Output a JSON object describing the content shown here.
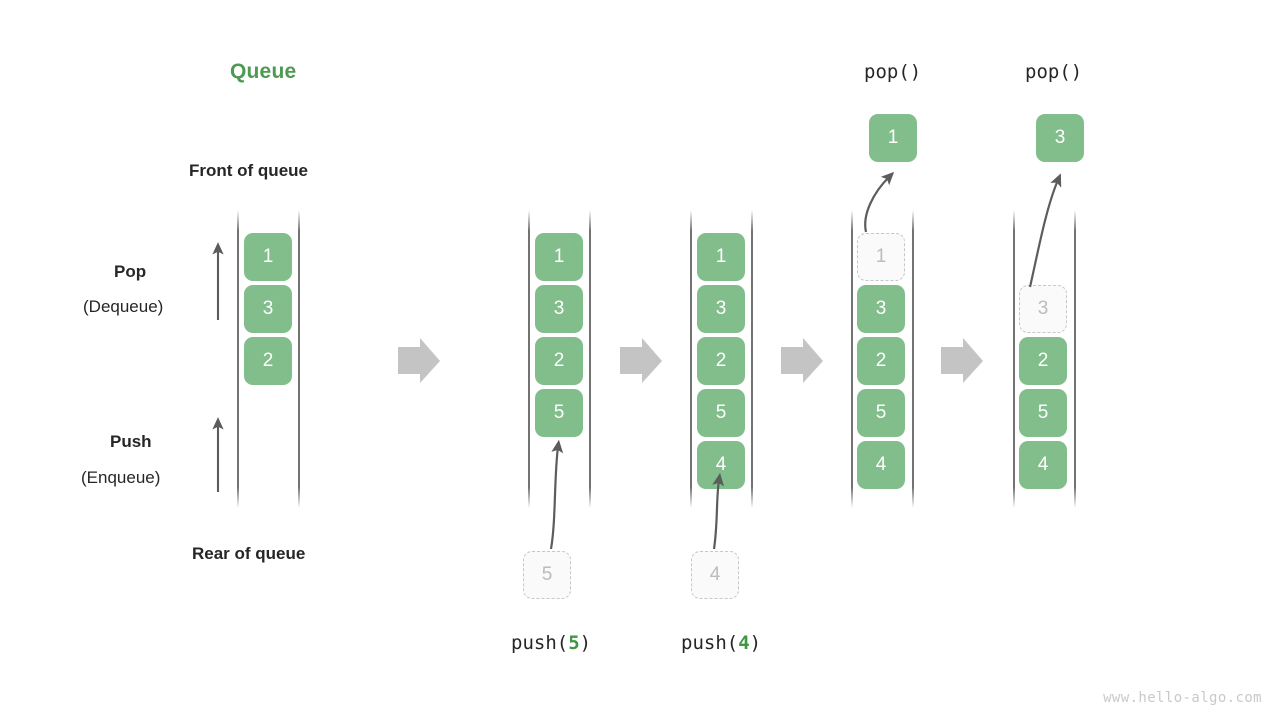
{
  "diagram": {
    "title": "Queue",
    "front_label": "Front of queue",
    "rear_label": "Rear of queue",
    "pop_label": "Pop",
    "pop_sub_label": "(Dequeue)",
    "push_label": "Push",
    "push_sub_label": "(Enqueue)",
    "watermark": "www.hello-algo.com",
    "colors": {
      "element": "#82bd8c",
      "accent_green": "#4e9a51",
      "number_green": "#419644",
      "ghost_border": "#c6c6c6",
      "ghost_fill": "#fafafa",
      "ghost_text": "#bcbcbc",
      "rail": "#5a5a5a",
      "block_arrow": "#c4c4c4",
      "thin_arrow": "#5c5c5c",
      "text": "#262626",
      "watermark": "#c9c9c9"
    }
  },
  "columns": [
    {
      "id": "initial",
      "caption": "",
      "header": "",
      "items": [
        "1",
        "3",
        "2"
      ],
      "ghost_index": -1
    },
    {
      "id": "after-push-5",
      "caption": "push(5)",
      "caption_fn": "push",
      "caption_arg": "5",
      "header": "",
      "items": [
        "1",
        "3",
        "2",
        "5"
      ],
      "incoming": "5",
      "ghost_index": -1
    },
    {
      "id": "after-push-4",
      "caption": "push(4)",
      "caption_fn": "push",
      "caption_arg": "4",
      "header": "",
      "items": [
        "1",
        "3",
        "2",
        "5",
        "4"
      ],
      "incoming": "4",
      "ghost_index": -1
    },
    {
      "id": "after-pop-1",
      "caption": "",
      "header": "pop()",
      "items": [
        "1",
        "3",
        "2",
        "5",
        "4"
      ],
      "popped": "1",
      "ghost_index": 0
    },
    {
      "id": "after-pop-3",
      "caption": "",
      "header": "pop()",
      "items": [
        "3",
        "2",
        "5",
        "4"
      ],
      "popped": "3",
      "ghost_index": 0
    }
  ],
  "transitions": [
    "arrow-1",
    "arrow-2",
    "arrow-3",
    "arrow-4"
  ]
}
